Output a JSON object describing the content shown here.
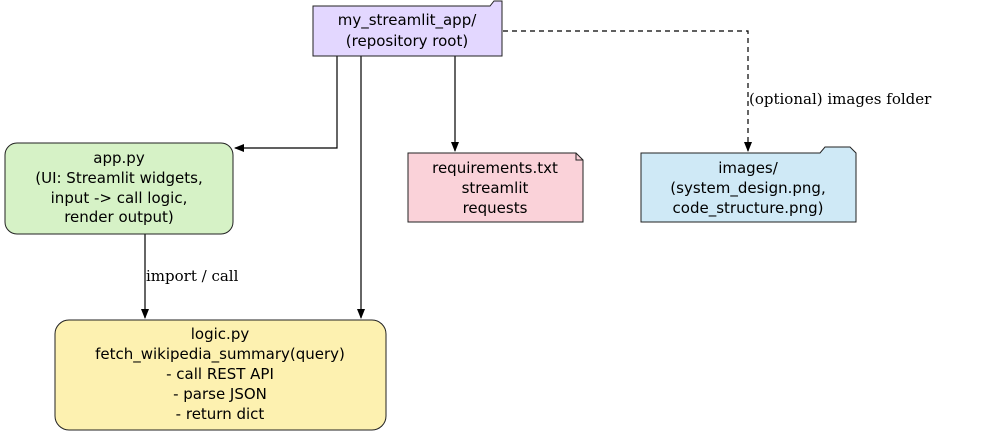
{
  "colors": {
    "root_fill": "#e3d7ff",
    "app_fill": "#d6f2c6",
    "requirements_fill": "#fad2d9",
    "images_fill": "#cfe9f6",
    "logic_fill": "#fdf1b0"
  },
  "nodes": {
    "root": {
      "shape": "folder",
      "lines": [
        "my_streamlit_app/",
        "(repository root)"
      ]
    },
    "app": {
      "shape": "rounded-box",
      "lines": [
        "app.py",
        "(UI: Streamlit widgets,",
        "input -> call logic,",
        "render output)"
      ]
    },
    "requirements": {
      "shape": "note",
      "lines": [
        "requirements.txt",
        "streamlit",
        "requests"
      ]
    },
    "images": {
      "shape": "folder",
      "lines": [
        "images/",
        "(system_design.png,",
        "code_structure.png)"
      ]
    },
    "logic": {
      "shape": "rounded-box",
      "lines": [
        "logic.py",
        "fetch_wikipedia_summary(query)",
        "- call REST API",
        "- parse JSON",
        "- return dict"
      ]
    }
  },
  "edges": {
    "root_to_app": {
      "label": ""
    },
    "root_to_logic": {
      "label": ""
    },
    "root_to_requirements": {
      "label": ""
    },
    "root_to_images": {
      "label": "(optional) images folder",
      "style": "dashed"
    },
    "app_to_logic": {
      "label": "import / call"
    }
  }
}
